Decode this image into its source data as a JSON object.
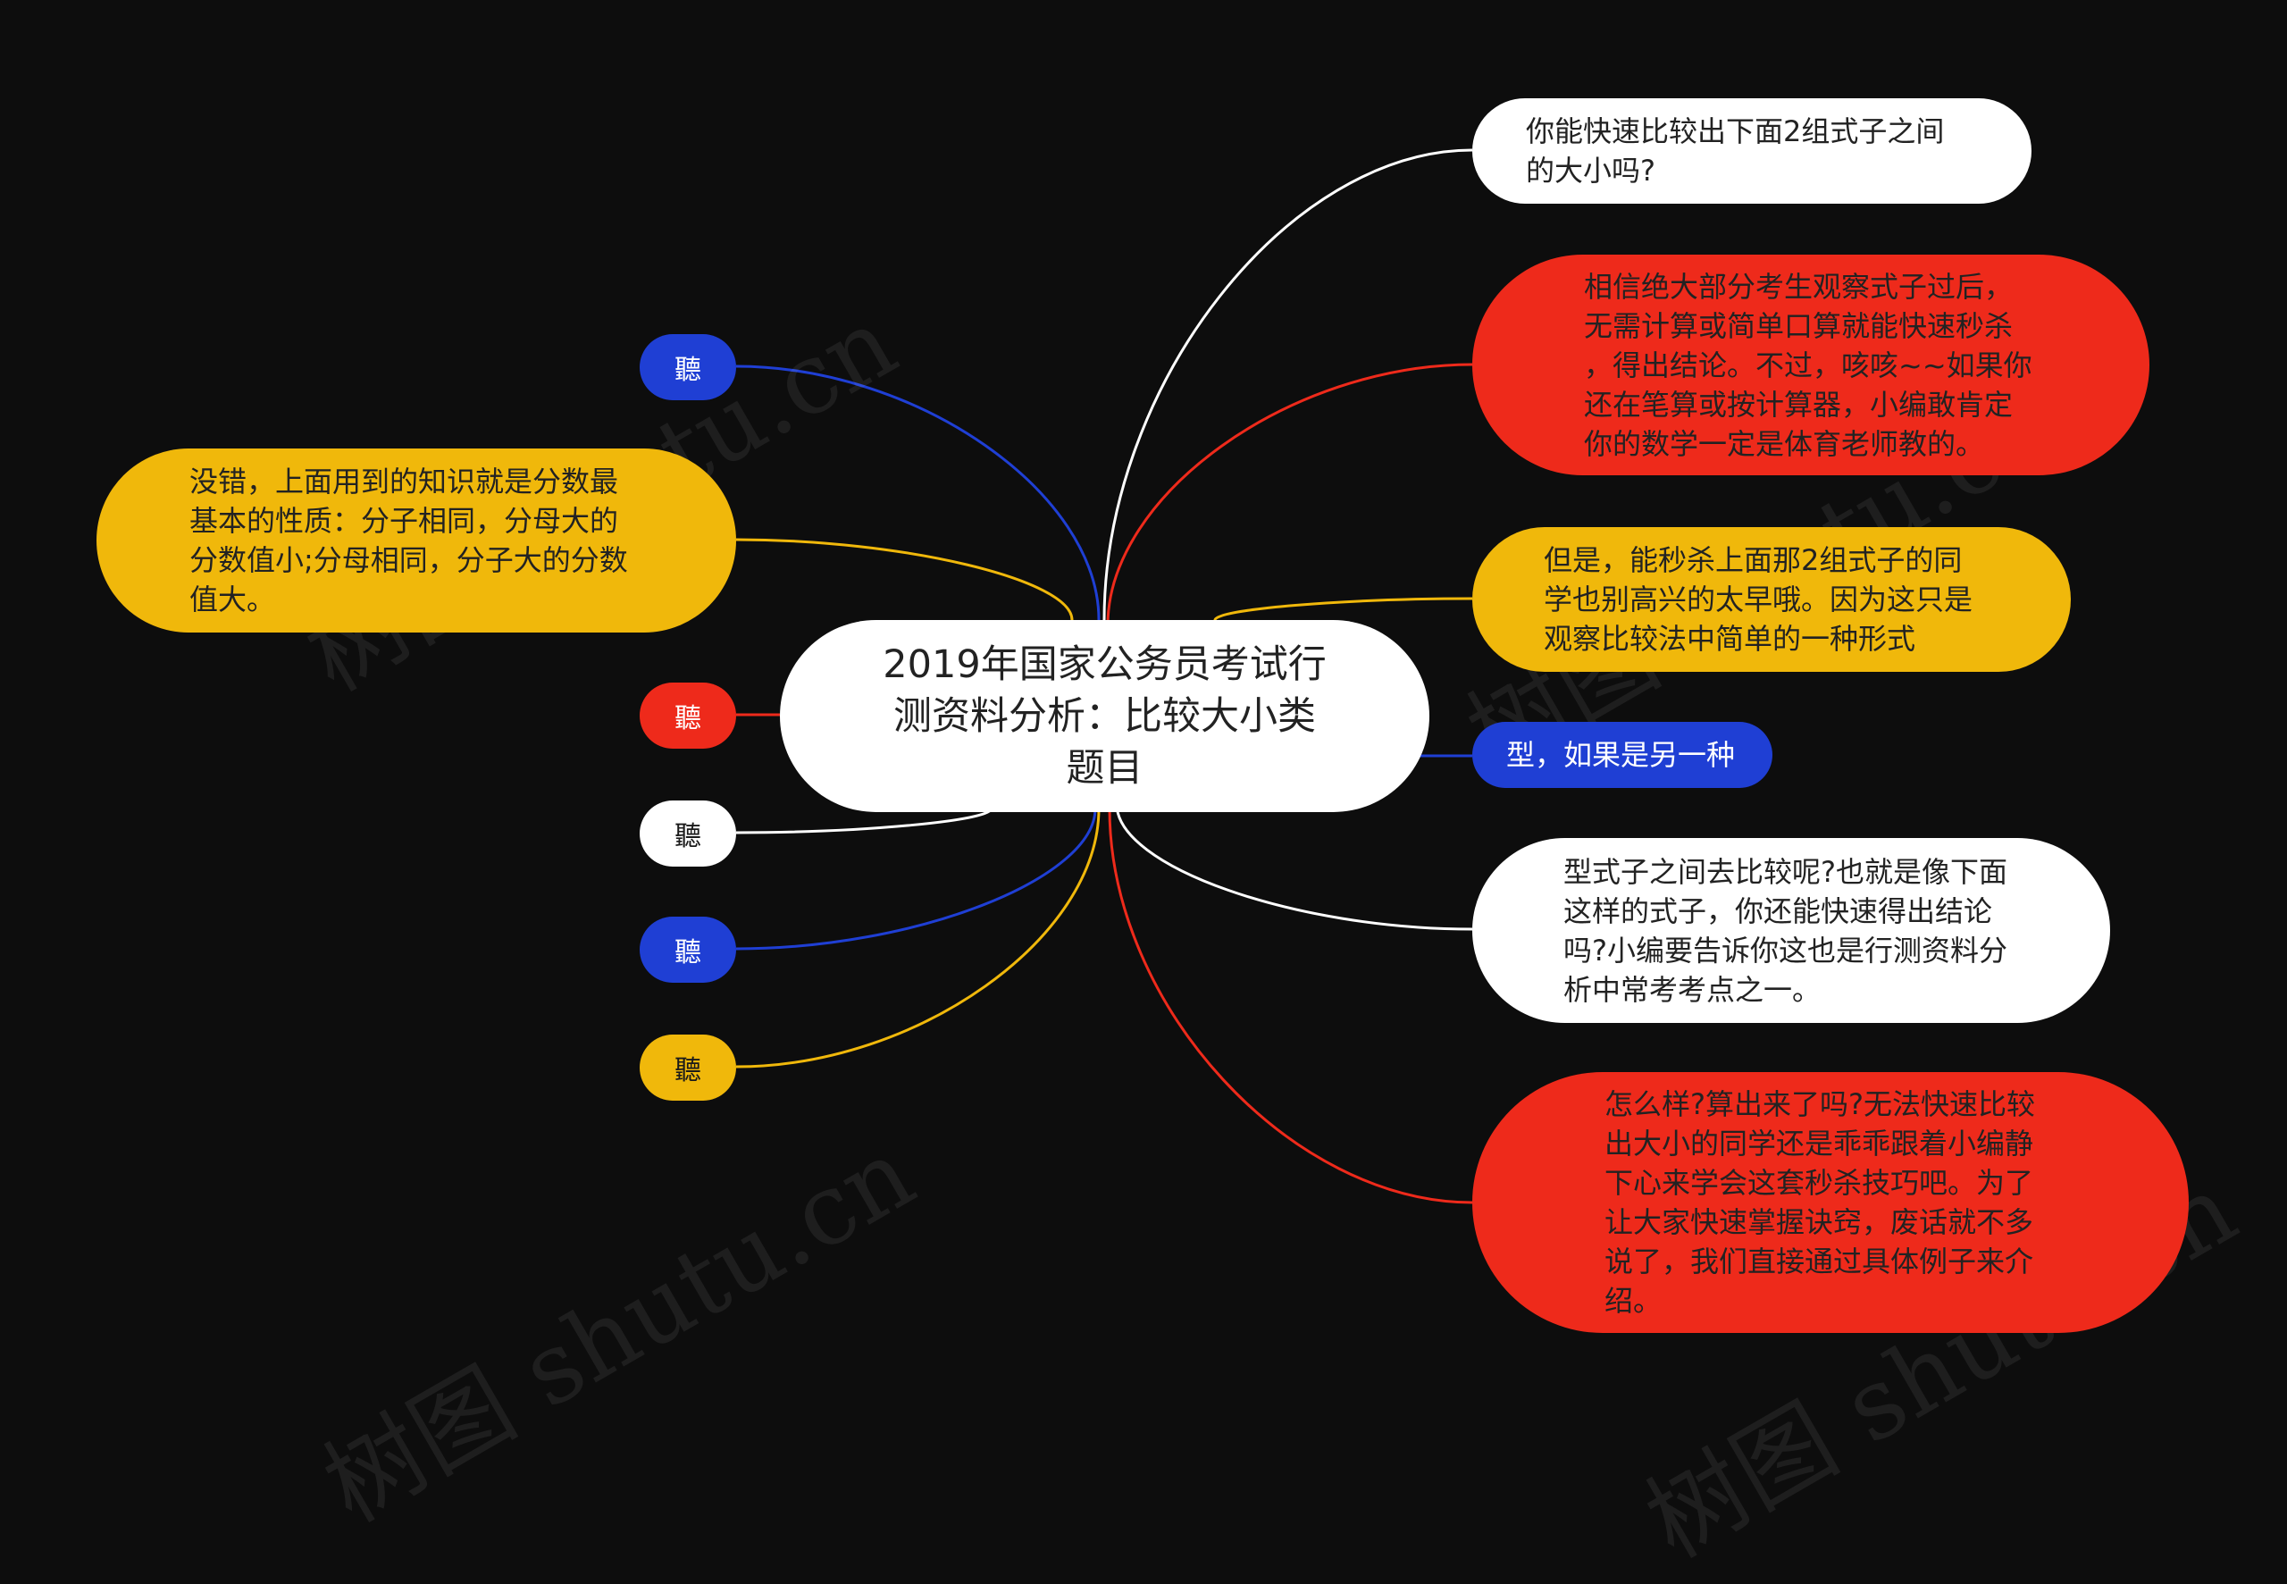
{
  "colors": {
    "background": "#0d0d0d",
    "white": "#ffffff",
    "red": "#ee2a1b",
    "yellow": "#f0b80b",
    "blue": "#1f3fd4"
  },
  "watermark": "树图 shutu.cn",
  "root": {
    "text": "2019年国家公务员考试行\n测资料分析：比较大小类\n题目"
  },
  "right": [
    {
      "text": "你能快速比较出下面2组式子之间\n的大小吗?",
      "color": "white"
    },
    {
      "text": "相信绝大部分考生观察式子过后，\n无需计算或简单口算就能快速秒杀\n，得出结论。不过，咳咳~~如果你\n还在笔算或按计算器，小编敢肯定\n你的数学一定是体育老师教的。",
      "color": "red"
    },
    {
      "text": "但是，能秒杀上面那2组式子的同\n学也别高兴的太早哦。因为这只是\n观察比较法中简单的一种形式",
      "color": "yellow"
    },
    {
      "text": "型，如果是另一种",
      "color": "blue"
    },
    {
      "text": "型式子之间去比较呢?也就是像下面\n这样的式子，你还能快速得出结论\n吗?小编要告诉你这也是行测资料分\n析中常考考点之一。",
      "color": "white"
    },
    {
      "text": "怎么样?算出来了吗?无法快速比较\n出大小的同学还是乖乖跟着小编静\n下心来学会这套秒杀技巧吧。为了\n让大家快速掌握诀窍，废话就不多\n说了，我们直接通过具体例子来介\n绍。",
      "color": "red"
    }
  ],
  "left": [
    {
      "text": "聽",
      "color": "blue"
    },
    {
      "text": "没错，上面用到的知识就是分数最\n基本的性质：分子相同，分母大的\n分数值小;分母相同，分子大的分数\n值大。",
      "color": "yellow"
    },
    {
      "text": "聽",
      "color": "red"
    },
    {
      "text": "聽",
      "color": "white"
    },
    {
      "text": "聽",
      "color": "blue"
    },
    {
      "text": "聽",
      "color": "yellow"
    }
  ]
}
